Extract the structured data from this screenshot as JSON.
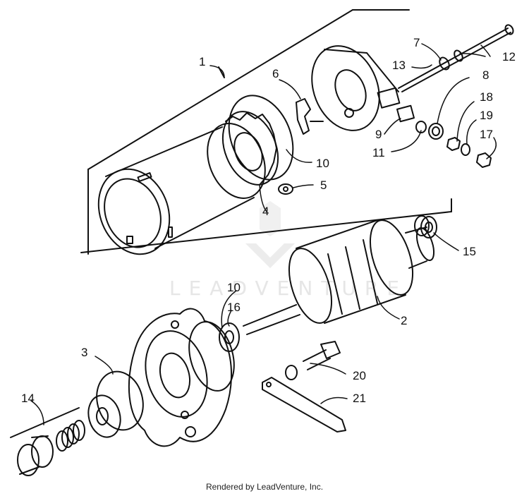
{
  "diagram": {
    "type": "exploded-parts-diagram",
    "callouts": [
      "1",
      "2",
      "3",
      "4",
      "5",
      "6",
      "7",
      "8",
      "9",
      "10",
      "10",
      "11",
      "12",
      "13",
      "14",
      "15",
      "16",
      "17",
      "18",
      "19",
      "20",
      "21"
    ],
    "credit": "Rendered by LeadVenture, Inc.",
    "watermark": "LEADVENTURE"
  }
}
